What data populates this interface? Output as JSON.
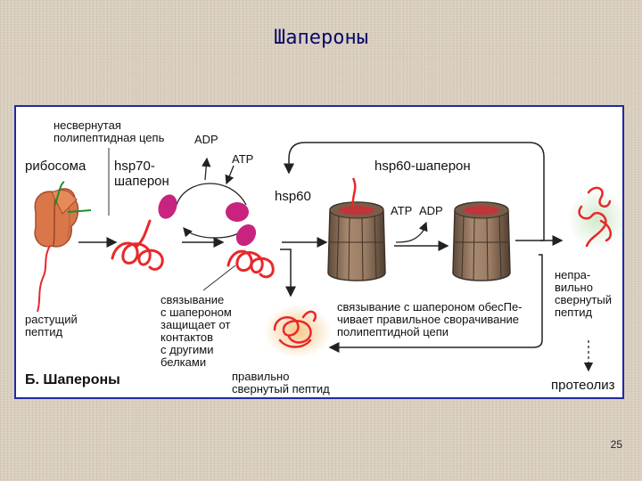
{
  "title": "Шапероны",
  "page_number": "25",
  "diagram": {
    "caption": "Б. Шапероны",
    "labels": {
      "unfolded_chain": "несвернутая\nполипептидная цепь",
      "ribosome": "рибосома",
      "hsp70": "hsp70-\nшаперон",
      "adp_top": "ADP",
      "atp_top": "ATP",
      "hsp60_chaperone": "hsp60-шаперон",
      "hsp60": "hsp60",
      "atp_mid": "ATP",
      "adp_mid": "ADP",
      "growing_peptide": "растущий\nпептид",
      "binding_protects": "связывание\nс шапероном\nзащищает от\nконтактов\nс другими\nбелками",
      "binding_ensures": "связывание с шапероном обесПе-\nчивает правильное сворачивание\nполипептидной цепи",
      "misfolded": "непра-\nвильно\nсвернутый\nпептид",
      "correctly_folded": "правильно\nсвернутый пептид",
      "proteolysis": "протеолиз"
    }
  },
  "colors": {
    "title": "#0a0a6a",
    "frame": "#1f2aa8",
    "chain": "#e8282a",
    "chaperone": "#c8237f",
    "ribosome": "#d9774a",
    "barrel": "#8c6f57",
    "glow_orange": "#f4c27a",
    "glow_green": "#cfe7c8"
  }
}
